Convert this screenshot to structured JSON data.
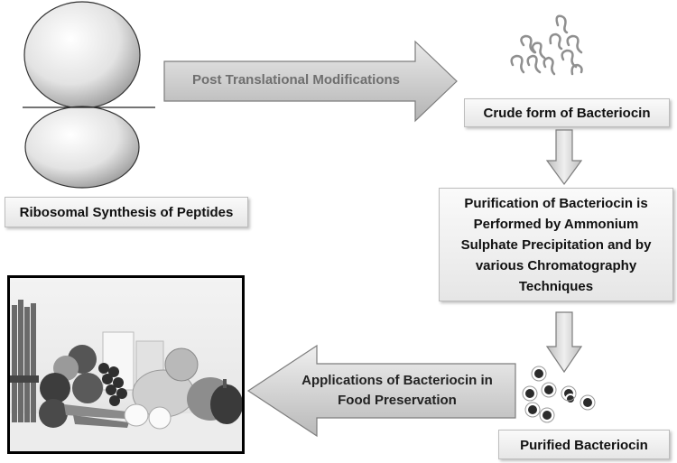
{
  "ribosome": {
    "label": "Ribosomal Synthesis of Peptides"
  },
  "arrow_top": {
    "label": "Post Translational Modifications"
  },
  "crude": {
    "label": "Crude form of Bacteriocin"
  },
  "purification": {
    "label": "Purification of Bacteriocin is Performed by Ammonium Sulphate Precipitation and by various Chromatography Techniques"
  },
  "purified": {
    "label": "Purified Bacteriocin"
  },
  "arrow_bottom": {
    "label": "Applications of Bacteriocin in Food Preservation"
  },
  "food_photo": {
    "icon": "food-photo-icon"
  }
}
